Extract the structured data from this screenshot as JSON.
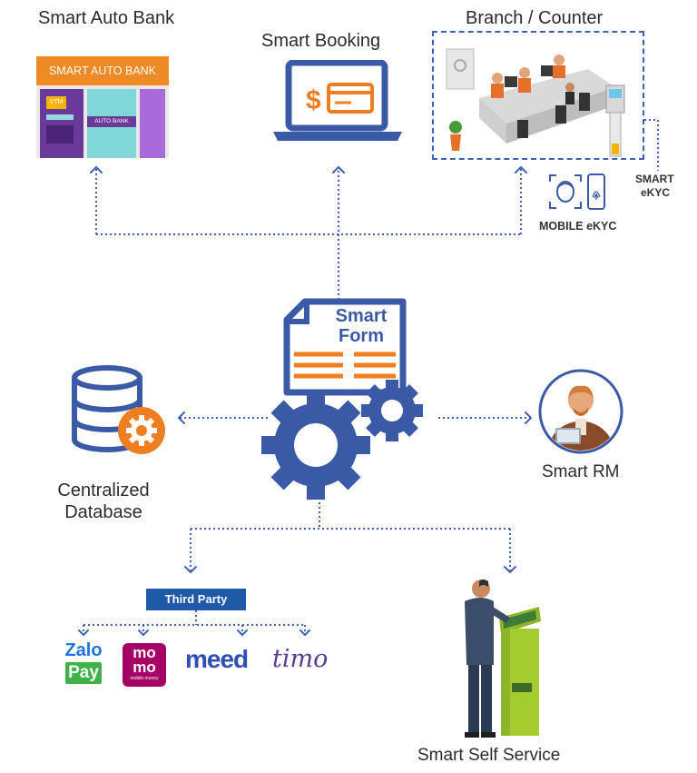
{
  "labels": {
    "smart_auto_bank": "Smart Auto Bank",
    "smart_booking": "Smart Booking",
    "branch_counter": "Branch / Counter",
    "mobile_ekyc": "MOBILE eKYC",
    "smart_ekyc_line1": "SMART",
    "smart_ekyc_line2": "eKYC",
    "centralized_database_line1": "Centralized",
    "centralized_database_line2": "Database",
    "smart_rm": "Smart RM",
    "third_party": "Third Party",
    "smart_self_service": "Smart Self Service"
  },
  "atm": {
    "banner": "SMART AUTO BANK",
    "vtm": "VTM",
    "auto_bank": "AUTO BANK"
  },
  "smart_form": {
    "line1": "Smart",
    "line2": "Form"
  },
  "partners": {
    "zalo_line1": "Zalo",
    "zalo_line2": "Pay",
    "momo_line1": "mo",
    "momo_line2": "mo",
    "momo_sub": "mobile money",
    "meed": "meed",
    "timo": "timo"
  },
  "colors": {
    "primary_blue": "#3b5aa6",
    "orange": "#ef7d22",
    "atm_orange": "#f08a24",
    "connector_blue": "#3d62b0",
    "zalo_blue": "#1f74e0",
    "zalo_green": "#40b14a",
    "momo_magenta": "#a50064",
    "meed_blue": "#2f4fb4",
    "timo_purple": "#5a3c93",
    "kiosk_green": "#a5cc2e"
  }
}
